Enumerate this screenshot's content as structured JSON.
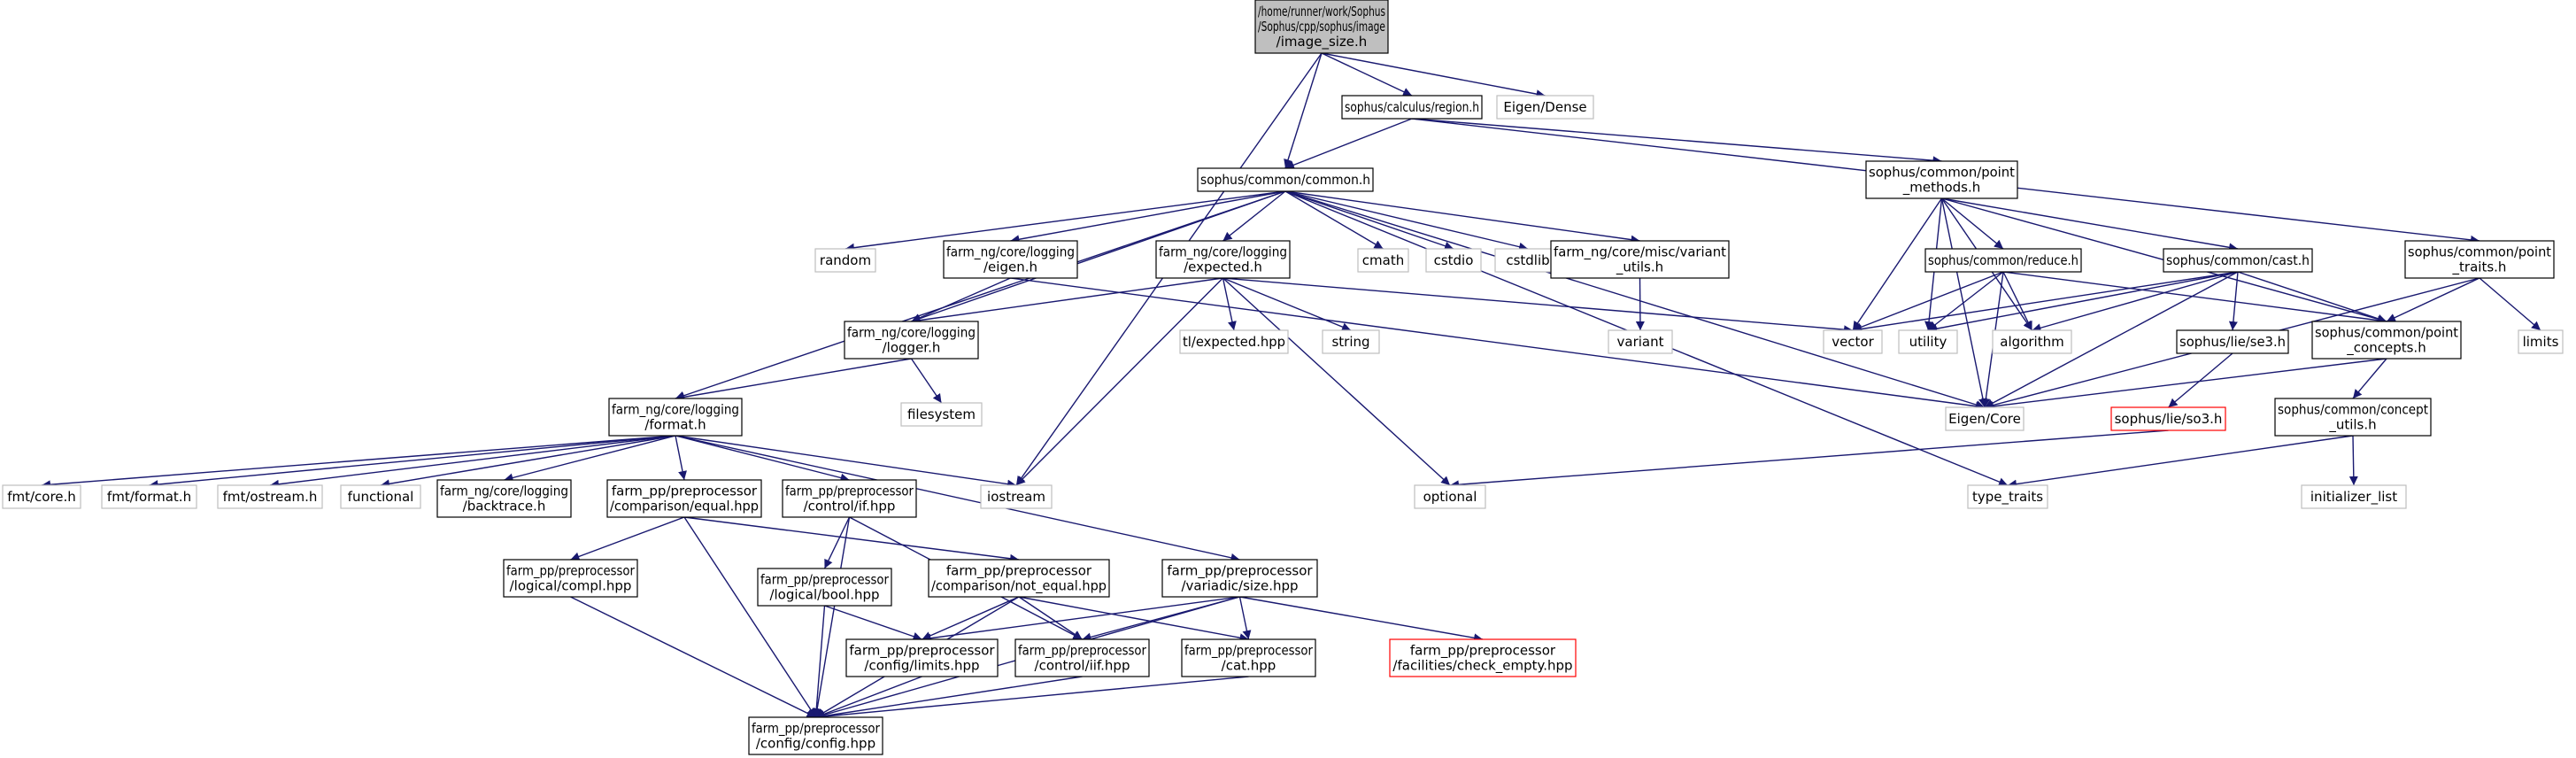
{
  "colors": {
    "edge": "#191970",
    "root_fill": "#bfbfbf",
    "node_border": "#000000",
    "external_border": "#bfbfbf",
    "missing_border": "#ff0000",
    "text": "#000000"
  },
  "nodes": [
    {
      "id": "root",
      "kind": "root",
      "lines": [
        "/home/runner/work/Sophus",
        "/Sophus/cpp/sophus/image",
        "/image_size.h"
      ]
    },
    {
      "id": "region",
      "kind": "internal",
      "lines": [
        "sophus/calculus/region.h"
      ]
    },
    {
      "id": "eigen_dense",
      "kind": "external",
      "lines": [
        "Eigen/Dense"
      ]
    },
    {
      "id": "common",
      "kind": "internal",
      "lines": [
        "sophus/common/common.h"
      ]
    },
    {
      "id": "point_methods",
      "kind": "internal",
      "lines": [
        "sophus/common/point",
        "_methods.h"
      ]
    },
    {
      "id": "point_traits",
      "kind": "internal",
      "lines": [
        "sophus/common/point",
        "_traits.h"
      ]
    },
    {
      "id": "random",
      "kind": "external",
      "lines": [
        "random"
      ]
    },
    {
      "id": "log_eigen",
      "kind": "internal",
      "lines": [
        "farm_ng/core/logging",
        "/eigen.h"
      ]
    },
    {
      "id": "expected",
      "kind": "internal",
      "lines": [
        "farm_ng/core/logging",
        "/expected.h"
      ]
    },
    {
      "id": "cmath",
      "kind": "external",
      "lines": [
        "cmath"
      ]
    },
    {
      "id": "cstdio",
      "kind": "external",
      "lines": [
        "cstdio"
      ]
    },
    {
      "id": "cstdlib",
      "kind": "external",
      "lines": [
        "cstdlib"
      ]
    },
    {
      "id": "variant_utils",
      "kind": "internal",
      "lines": [
        "farm_ng/core/misc/variant",
        "_utils.h"
      ]
    },
    {
      "id": "reduce",
      "kind": "internal",
      "lines": [
        "sophus/common/reduce.h"
      ]
    },
    {
      "id": "cast",
      "kind": "internal",
      "lines": [
        "sophus/common/cast.h"
      ]
    },
    {
      "id": "limits",
      "kind": "external",
      "lines": [
        "limits"
      ]
    },
    {
      "id": "logger",
      "kind": "internal",
      "lines": [
        "farm_ng/core/logging",
        "/logger.h"
      ]
    },
    {
      "id": "tl_expected",
      "kind": "external",
      "lines": [
        "tl/expected.hpp"
      ]
    },
    {
      "id": "string",
      "kind": "external",
      "lines": [
        "string"
      ]
    },
    {
      "id": "variant",
      "kind": "external",
      "lines": [
        "variant"
      ]
    },
    {
      "id": "vector",
      "kind": "external",
      "lines": [
        "vector"
      ]
    },
    {
      "id": "utility",
      "kind": "external",
      "lines": [
        "utility"
      ]
    },
    {
      "id": "algorithm",
      "kind": "external",
      "lines": [
        "algorithm"
      ]
    },
    {
      "id": "se3",
      "kind": "internal",
      "lines": [
        "sophus/lie/se3.h"
      ]
    },
    {
      "id": "point_concepts",
      "kind": "internal",
      "lines": [
        "sophus/common/point",
        "_concepts.h"
      ]
    },
    {
      "id": "filesystem",
      "kind": "external",
      "lines": [
        "filesystem"
      ]
    },
    {
      "id": "format",
      "kind": "internal",
      "lines": [
        "farm_ng/core/logging",
        "/format.h"
      ]
    },
    {
      "id": "eigen_core",
      "kind": "external",
      "lines": [
        "Eigen/Core"
      ]
    },
    {
      "id": "so3",
      "kind": "missing",
      "lines": [
        "sophus/lie/so3.h"
      ]
    },
    {
      "id": "concept_utils",
      "kind": "internal",
      "lines": [
        "sophus/common/concept",
        "_utils.h"
      ]
    },
    {
      "id": "fmt_core",
      "kind": "external",
      "lines": [
        "fmt/core.h"
      ]
    },
    {
      "id": "fmt_format",
      "kind": "external",
      "lines": [
        "fmt/format.h"
      ]
    },
    {
      "id": "fmt_ostream",
      "kind": "external",
      "lines": [
        "fmt/ostream.h"
      ]
    },
    {
      "id": "functional",
      "kind": "external",
      "lines": [
        "functional"
      ]
    },
    {
      "id": "backtrace",
      "kind": "internal",
      "lines": [
        "farm_ng/core/logging",
        "/backtrace.h"
      ]
    },
    {
      "id": "cmp_equal",
      "kind": "internal",
      "lines": [
        "farm_pp/preprocessor",
        "/comparison/equal.hpp"
      ]
    },
    {
      "id": "control_if",
      "kind": "internal",
      "lines": [
        "farm_pp/preprocessor",
        "/control/if.hpp"
      ]
    },
    {
      "id": "iostream",
      "kind": "external",
      "lines": [
        "iostream"
      ]
    },
    {
      "id": "optional",
      "kind": "external",
      "lines": [
        "optional"
      ]
    },
    {
      "id": "type_traits",
      "kind": "external",
      "lines": [
        "type_traits"
      ]
    },
    {
      "id": "initializer_list",
      "kind": "external",
      "lines": [
        "initializer_list"
      ]
    },
    {
      "id": "logical_compl",
      "kind": "internal",
      "lines": [
        "farm_pp/preprocessor",
        "/logical/compl.hpp"
      ]
    },
    {
      "id": "logical_bool",
      "kind": "internal",
      "lines": [
        "farm_pp/preprocessor",
        "/logical/bool.hpp"
      ]
    },
    {
      "id": "not_equal",
      "kind": "internal",
      "lines": [
        "farm_pp/preprocessor",
        "/comparison/not_equal.hpp"
      ]
    },
    {
      "id": "variadic_size",
      "kind": "internal",
      "lines": [
        "farm_pp/preprocessor",
        "/variadic/size.hpp"
      ]
    },
    {
      "id": "config_limits",
      "kind": "internal",
      "lines": [
        "farm_pp/preprocessor",
        "/config/limits.hpp"
      ]
    },
    {
      "id": "control_iif",
      "kind": "internal",
      "lines": [
        "farm_pp/preprocessor",
        "/control/iif.hpp"
      ]
    },
    {
      "id": "cat",
      "kind": "internal",
      "lines": [
        "farm_pp/preprocessor",
        "/cat.hpp"
      ]
    },
    {
      "id": "check_empty",
      "kind": "missing",
      "lines": [
        "farm_pp/preprocessor",
        "/facilities/check_empty.hpp"
      ]
    },
    {
      "id": "config",
      "kind": "internal",
      "lines": [
        "farm_pp/preprocessor",
        "/config/config.hpp"
      ]
    }
  ],
  "edges": [
    [
      "root",
      "region"
    ],
    [
      "root",
      "eigen_dense"
    ],
    [
      "root",
      "common"
    ],
    [
      "root",
      "iostream"
    ],
    [
      "region",
      "common"
    ],
    [
      "region",
      "point_methods"
    ],
    [
      "region",
      "point_traits"
    ],
    [
      "common",
      "random"
    ],
    [
      "common",
      "log_eigen"
    ],
    [
      "common",
      "expected"
    ],
    [
      "common",
      "cmath"
    ],
    [
      "common",
      "cstdio"
    ],
    [
      "common",
      "cstdlib"
    ],
    [
      "common",
      "variant_utils"
    ],
    [
      "common",
      "logger"
    ],
    [
      "common",
      "format"
    ],
    [
      "common",
      "eigen_core"
    ],
    [
      "common",
      "type_traits"
    ],
    [
      "log_eigen",
      "logger"
    ],
    [
      "log_eigen",
      "eigen_core"
    ],
    [
      "expected",
      "logger"
    ],
    [
      "expected",
      "tl_expected"
    ],
    [
      "expected",
      "string"
    ],
    [
      "expected",
      "vector"
    ],
    [
      "expected",
      "iostream"
    ],
    [
      "expected",
      "optional"
    ],
    [
      "variant_utils",
      "variant"
    ],
    [
      "logger",
      "filesystem"
    ],
    [
      "logger",
      "format"
    ],
    [
      "point_methods",
      "vector"
    ],
    [
      "point_methods",
      "utility"
    ],
    [
      "point_methods",
      "algorithm"
    ],
    [
      "point_methods",
      "reduce"
    ],
    [
      "point_methods",
      "cast"
    ],
    [
      "point_methods",
      "point_concepts"
    ],
    [
      "point_methods",
      "eigen_core"
    ],
    [
      "reduce",
      "vector"
    ],
    [
      "reduce",
      "utility"
    ],
    [
      "reduce",
      "algorithm"
    ],
    [
      "reduce",
      "point_concepts"
    ],
    [
      "reduce",
      "eigen_core"
    ],
    [
      "cast",
      "vector"
    ],
    [
      "cast",
      "utility"
    ],
    [
      "cast",
      "algorithm"
    ],
    [
      "cast",
      "se3"
    ],
    [
      "cast",
      "point_concepts"
    ],
    [
      "cast",
      "eigen_core"
    ],
    [
      "point_traits",
      "limits"
    ],
    [
      "point_traits",
      "point_concepts"
    ],
    [
      "point_traits",
      "eigen_core"
    ],
    [
      "se3",
      "so3"
    ],
    [
      "so3",
      "optional"
    ],
    [
      "point_concepts",
      "eigen_core"
    ],
    [
      "point_concepts",
      "concept_utils"
    ],
    [
      "concept_utils",
      "type_traits"
    ],
    [
      "concept_utils",
      "initializer_list"
    ],
    [
      "format",
      "fmt_core"
    ],
    [
      "format",
      "fmt_format"
    ],
    [
      "format",
      "fmt_ostream"
    ],
    [
      "format",
      "functional"
    ],
    [
      "format",
      "backtrace"
    ],
    [
      "format",
      "cmp_equal"
    ],
    [
      "format",
      "control_if"
    ],
    [
      "format",
      "iostream"
    ],
    [
      "format",
      "variadic_size"
    ],
    [
      "cmp_equal",
      "logical_compl"
    ],
    [
      "cmp_equal",
      "not_equal"
    ],
    [
      "cmp_equal",
      "config"
    ],
    [
      "control_if",
      "logical_bool"
    ],
    [
      "control_if",
      "control_iif"
    ],
    [
      "control_if",
      "config"
    ],
    [
      "logical_compl",
      "config"
    ],
    [
      "logical_bool",
      "config_limits"
    ],
    [
      "logical_bool",
      "config"
    ],
    [
      "not_equal",
      "config_limits"
    ],
    [
      "not_equal",
      "control_iif"
    ],
    [
      "not_equal",
      "cat"
    ],
    [
      "not_equal",
      "config"
    ],
    [
      "variadic_size",
      "config_limits"
    ],
    [
      "variadic_size",
      "control_iif"
    ],
    [
      "variadic_size",
      "cat"
    ],
    [
      "variadic_size",
      "check_empty"
    ],
    [
      "variadic_size",
      "config"
    ],
    [
      "config_limits",
      "config"
    ],
    [
      "control_iif",
      "config"
    ],
    [
      "cat",
      "config"
    ]
  ]
}
